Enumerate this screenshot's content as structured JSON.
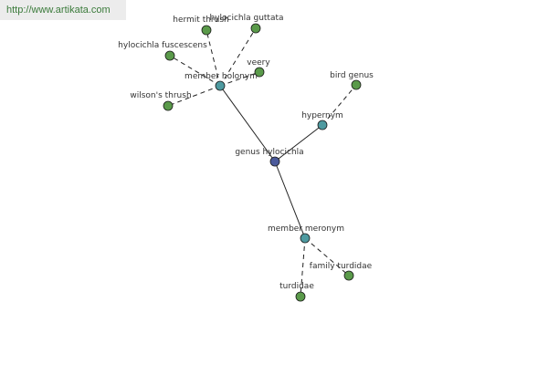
{
  "watermark": "http://www.artikata.com",
  "colors": {
    "root": "#4b5a9b",
    "relation": "#4e9aa0",
    "leaf": "#5a9a4a"
  },
  "nodes": [
    {
      "id": "genus",
      "label": "genus hylocichla",
      "kind": "root"
    },
    {
      "id": "holonym",
      "label": "member holonym",
      "kind": "relation"
    },
    {
      "id": "hypernym",
      "label": "hypernym",
      "kind": "relation"
    },
    {
      "id": "meronym",
      "label": "member meronym",
      "kind": "relation"
    },
    {
      "id": "hermit",
      "label": "hermit thrush",
      "kind": "leaf"
    },
    {
      "id": "guttata",
      "label": "hylocichla guttata",
      "kind": "leaf"
    },
    {
      "id": "fuscescens",
      "label": "hylocichla fuscescens",
      "kind": "leaf"
    },
    {
      "id": "veery",
      "label": "veery",
      "kind": "leaf"
    },
    {
      "id": "wilsons",
      "label": "wilson's thrush",
      "kind": "leaf"
    },
    {
      "id": "birdgenus",
      "label": "bird genus",
      "kind": "leaf"
    },
    {
      "id": "turdidae",
      "label": "turdidae",
      "kind": "leaf"
    },
    {
      "id": "familyturdidae",
      "label": "family turdidae",
      "kind": "leaf"
    }
  ],
  "edges": [
    {
      "from": "genus",
      "to": "holonym",
      "style": "solid"
    },
    {
      "from": "genus",
      "to": "hypernym",
      "style": "solid"
    },
    {
      "from": "genus",
      "to": "meronym",
      "style": "solid"
    },
    {
      "from": "holonym",
      "to": "hermit",
      "style": "dashed"
    },
    {
      "from": "holonym",
      "to": "guttata",
      "style": "dashed"
    },
    {
      "from": "holonym",
      "to": "fuscescens",
      "style": "dashed"
    },
    {
      "from": "holonym",
      "to": "veery",
      "style": "dashed"
    },
    {
      "from": "holonym",
      "to": "wilsons",
      "style": "dashed"
    },
    {
      "from": "hypernym",
      "to": "birdgenus",
      "style": "dashed"
    },
    {
      "from": "meronym",
      "to": "turdidae",
      "style": "dashed"
    },
    {
      "from": "meronym",
      "to": "familyturdidae",
      "style": "dashed"
    }
  ]
}
